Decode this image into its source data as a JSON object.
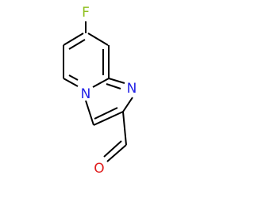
{
  "molecule": {
    "atoms": {
      "fluorine": {
        "symbol": "F",
        "color": "#8fbf1f"
      },
      "bridge_nitrogen": {
        "symbol": "N",
        "color": "#2323e6"
      },
      "imidazole_nitrogen": {
        "symbol": "N",
        "color": "#2323e6"
      },
      "aldehyde_oxygen": {
        "symbol": "O",
        "color": "#e01e1e"
      }
    },
    "bond_color": "#000000"
  }
}
